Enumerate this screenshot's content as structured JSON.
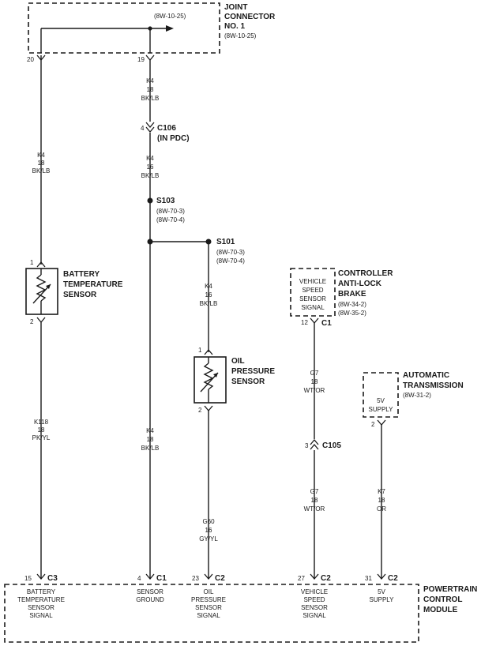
{
  "joint_connector": {
    "title_lines": [
      "JOINT",
      "CONNECTOR",
      "NO. 1"
    ],
    "ref": "(8W-10-25)",
    "inner_ref": "(8W-10-25)",
    "pin_left": "20",
    "pin_right": "19"
  },
  "wires": {
    "w_left_top": [
      "K4",
      "18",
      "BK/LB"
    ],
    "w_mid_top": [
      "K4",
      "18",
      "BK/LB"
    ],
    "w_mid_c106": [
      "K4",
      "16",
      "BK/LB"
    ],
    "w_left_bottom": [
      "K118",
      "18",
      "PK/YL"
    ],
    "w_mid_bottom": [
      "K4",
      "18",
      "BK/LB"
    ],
    "w_s101": [
      "K4",
      "16",
      "BK/LB"
    ],
    "w_oil_bottom": [
      "G60",
      "16",
      "GY/YL"
    ],
    "w_ctrl_top": [
      "G7",
      "18",
      "WT/OR"
    ],
    "w_ctrl_bottom": [
      "G7",
      "18",
      "WT/OR"
    ],
    "w_trans": [
      "K7",
      "18",
      "OR"
    ]
  },
  "c106": {
    "pin": "4",
    "label_lines": [
      "C106",
      "(IN PDC)"
    ]
  },
  "s103": {
    "label": "S103",
    "refs": [
      "(8W-70-3)",
      "(8W-70-4)"
    ]
  },
  "s101": {
    "label": "S101",
    "refs": [
      "(8W-70-3)",
      "(8W-70-4)"
    ]
  },
  "battery_sensor": {
    "label_lines": [
      "BATTERY",
      "TEMPERATURE",
      "SENSOR"
    ],
    "pin_top": "1",
    "pin_bottom": "2"
  },
  "oil_sensor": {
    "label_lines": [
      "OIL",
      "PRESSURE",
      "SENSOR"
    ],
    "pin_top": "1",
    "pin_bottom": "2"
  },
  "controller": {
    "label_lines": [
      "CONTROLLER",
      "ANTI-LOCK",
      "BRAKE"
    ],
    "refs": [
      "(8W-34-2)",
      "(8W-35-2)"
    ],
    "box_lines": [
      "VEHICLE",
      "SPEED",
      "SENSOR",
      "SIGNAL"
    ],
    "pin": "12",
    "conn": "C1"
  },
  "c105": {
    "pin": "3",
    "label": "C105"
  },
  "transmission": {
    "label_lines": [
      "AUTOMATIC",
      "TRANSMISSION"
    ],
    "ref": "(8W-31-2)",
    "box_lines": [
      "5V",
      "SUPPLY"
    ],
    "pin": "2"
  },
  "pcm": {
    "label_lines": [
      "POWERTRAIN",
      "CONTROL",
      "MODULE"
    ],
    "terminals": [
      {
        "pin": "15",
        "conn": "C3",
        "lines": [
          "BATTERY",
          "TEMPERATURE",
          "SENSOR",
          "SIGNAL"
        ]
      },
      {
        "pin": "4",
        "conn": "C1",
        "lines": [
          "SENSOR",
          "GROUND"
        ]
      },
      {
        "pin": "23",
        "conn": "C2",
        "lines": [
          "OIL",
          "PRESSURE",
          "SENSOR",
          "SIGNAL"
        ]
      },
      {
        "pin": "27",
        "conn": "C2",
        "lines": [
          "VEHICLE",
          "SPEED",
          "SENSOR",
          "SIGNAL"
        ]
      },
      {
        "pin": "31",
        "conn": "C2",
        "lines": [
          "5V",
          "SUPPLY"
        ]
      }
    ]
  }
}
